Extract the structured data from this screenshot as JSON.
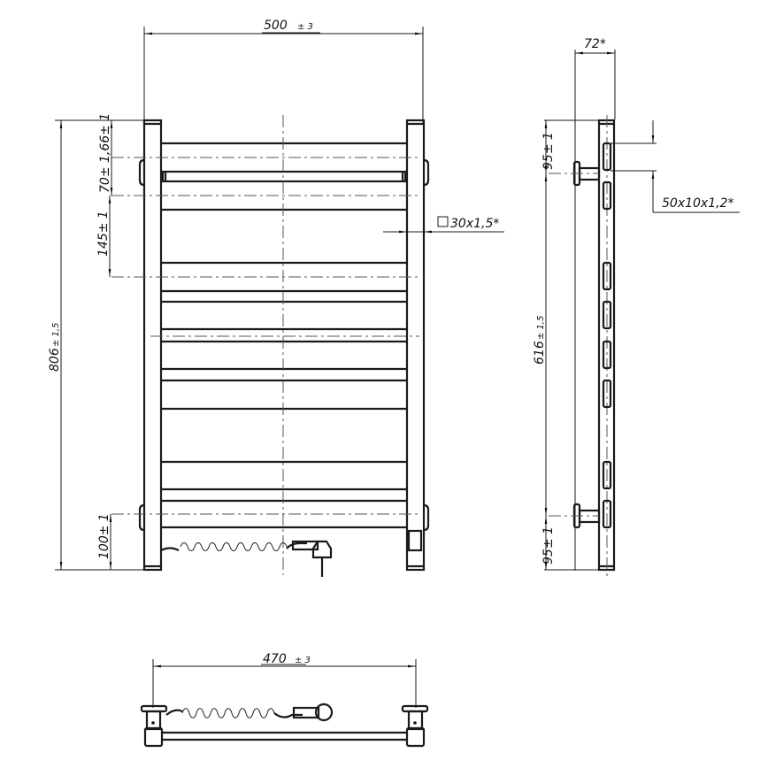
{
  "drawing": {
    "title": "Electric towel rail — technical drawing",
    "views": {
      "front": {
        "dimensions": {
          "overall_width": {
            "value": "500",
            "tol": "± 3"
          },
          "overall_height": {
            "value": "806",
            "tol": "± 1,5"
          },
          "top_to_first_axis": {
            "value": "66",
            "tol": "± 1",
            "prefix": "1,"
          },
          "mount_axis_gap_top": {
            "value": "70",
            "tol": "± 1,66±1"
          },
          "rail_gap": {
            "value": "145",
            "tol": "± 1"
          },
          "bottom_axis_height": {
            "value": "100",
            "tol": "± 1"
          },
          "post_profile": "□30x1,5*"
        }
      },
      "side": {
        "dimensions": {
          "depth": "72*",
          "top_offset": {
            "value": "95",
            "tol": "± 1"
          },
          "mount_span": {
            "value": "616",
            "tol": "± 1,5"
          },
          "bottom_offset": {
            "value": "95",
            "tol": "± 1"
          },
          "rail_profile": "50x10x1,2*"
        }
      },
      "top": {
        "dimensions": {
          "mount_width": {
            "value": "470",
            "tol": "± 3"
          }
        }
      }
    },
    "labels": {
      "w500": "500",
      "w500_tol": "± 3",
      "h806": "806",
      "h806_tol": "± 1,5",
      "d66": "70± 1,66± 1",
      "d145": "145± 1",
      "d100": "100± 1",
      "profile30": "30x1,5*",
      "d72": "72*",
      "d95a": "95± 1",
      "d616": "616",
      "d616_tol": "± 1,5",
      "d95b": "95± 1",
      "profile50": "50x10x1,2*",
      "w470": "470",
      "w470_tol": "± 3"
    }
  }
}
